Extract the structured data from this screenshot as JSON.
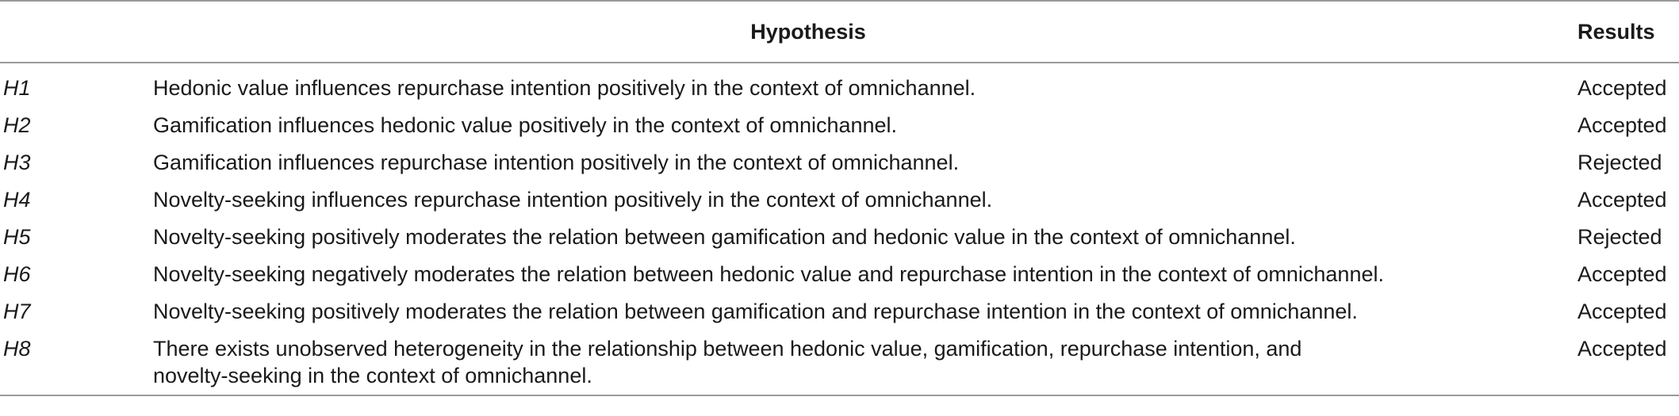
{
  "header": {
    "hypothesis": "Hypothesis",
    "results": "Results"
  },
  "rows": [
    {
      "id": "H1",
      "text": "Hedonic value influences repurchase intention positively in the context of omnichannel.",
      "result": "Accepted"
    },
    {
      "id": "H2",
      "text": "Gamification influences hedonic value positively in the context of omnichannel.",
      "result": "Accepted"
    },
    {
      "id": "H3",
      "text": "Gamification influences repurchase intention positively in the context of omnichannel.",
      "result": "Rejected"
    },
    {
      "id": "H4",
      "text": "Novelty-seeking influences repurchase intention positively in the context of omnichannel.",
      "result": "Accepted"
    },
    {
      "id": "H5",
      "text": "Novelty-seeking positively moderates the relation between gamification and hedonic value in the context of omnichannel.",
      "result": "Rejected"
    },
    {
      "id": "H6",
      "text": "Novelty-seeking negatively moderates the relation between hedonic value and repurchase intention in the context of omnichannel.",
      "result": "Accepted"
    },
    {
      "id": "H7",
      "text": "Novelty-seeking positively moderates the relation between gamification and repurchase intention in the context of omnichannel.",
      "result": "Accepted"
    },
    {
      "id": "H8",
      "text": "There exists unobserved heterogeneity in the relationship between hedonic value, gamification, repurchase intention, and",
      "text_line2": "novelty-seeking in the context of omnichannel.",
      "result": "Accepted"
    }
  ]
}
